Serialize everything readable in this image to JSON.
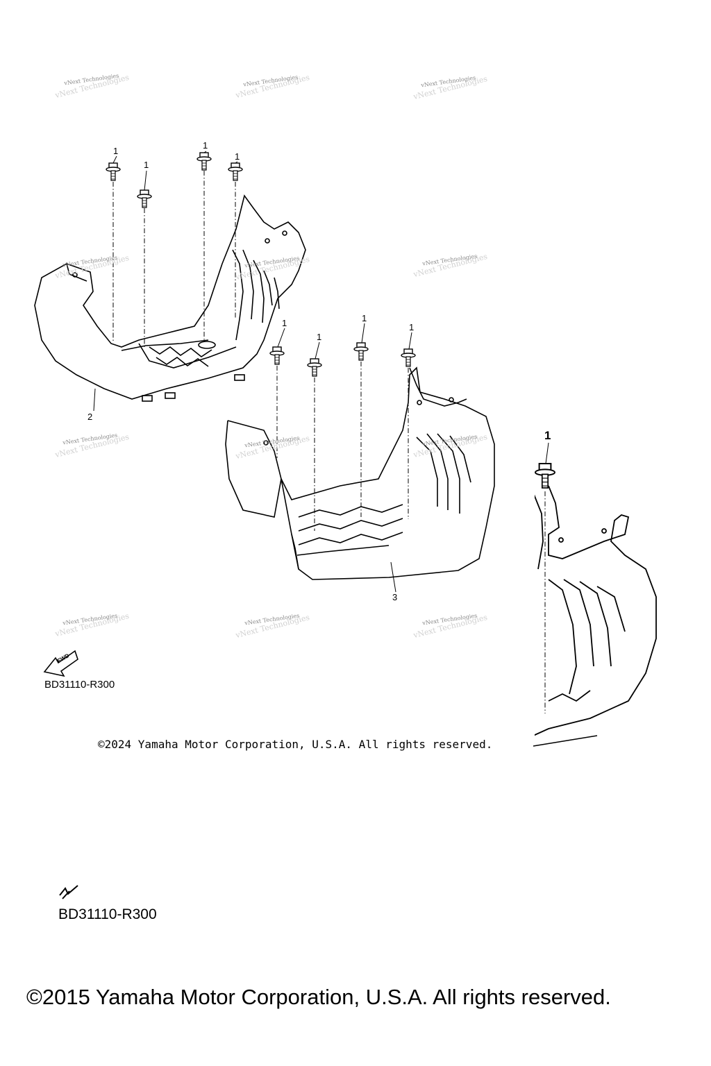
{
  "watermark": {
    "text": "vNext Technologies"
  },
  "callouts": {
    "bolt": "1",
    "left_footrest": "2",
    "right_footrest": "3"
  },
  "diagram_code": "BD31110-R300",
  "fwd_label": "FWD",
  "copyright_small": "©2024 Yamaha Motor Corporation, U.S.A. All rights reserved.",
  "copyright_large": "©2015 Yamaha Motor Corporation, U.S.A. All rights reserved."
}
